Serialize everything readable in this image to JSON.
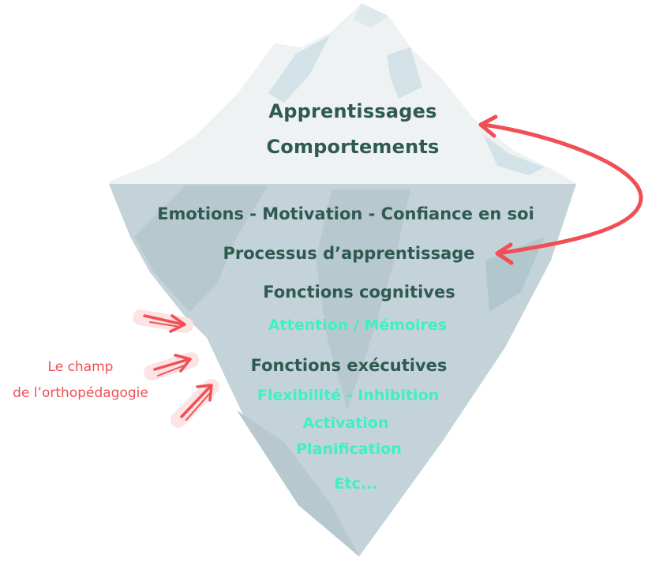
{
  "iceberg": {
    "above_water": {
      "line1": "Apprentissages",
      "line2": "Comportements"
    },
    "below_water": {
      "emotions": "Emotions - Motivation - Confiance en soi",
      "processus": "Processus d’apprentissage",
      "fonctions_cognitives": "Fonctions cognitives",
      "attention": "Attention / Mémoires",
      "fonctions_executives": "Fonctions exécutives",
      "flexibilite": "Flexibilité - Inhibition",
      "activation": "Activation",
      "planification": "Planification",
      "etc": "Etc..."
    }
  },
  "annotation": {
    "line1": "Le champ",
    "line2": "de l’orthopédagogie"
  },
  "colors": {
    "ice_top": "#eef2f3",
    "ice_top_shade": "#d3e2e6",
    "ice_bottom": "#c3d3d9",
    "ice_bottom_shade": "#b2c6cd",
    "dark_text": "#2f5a4f",
    "mint_text": "#3ef0c3",
    "accent_red": "#ef4f55"
  }
}
